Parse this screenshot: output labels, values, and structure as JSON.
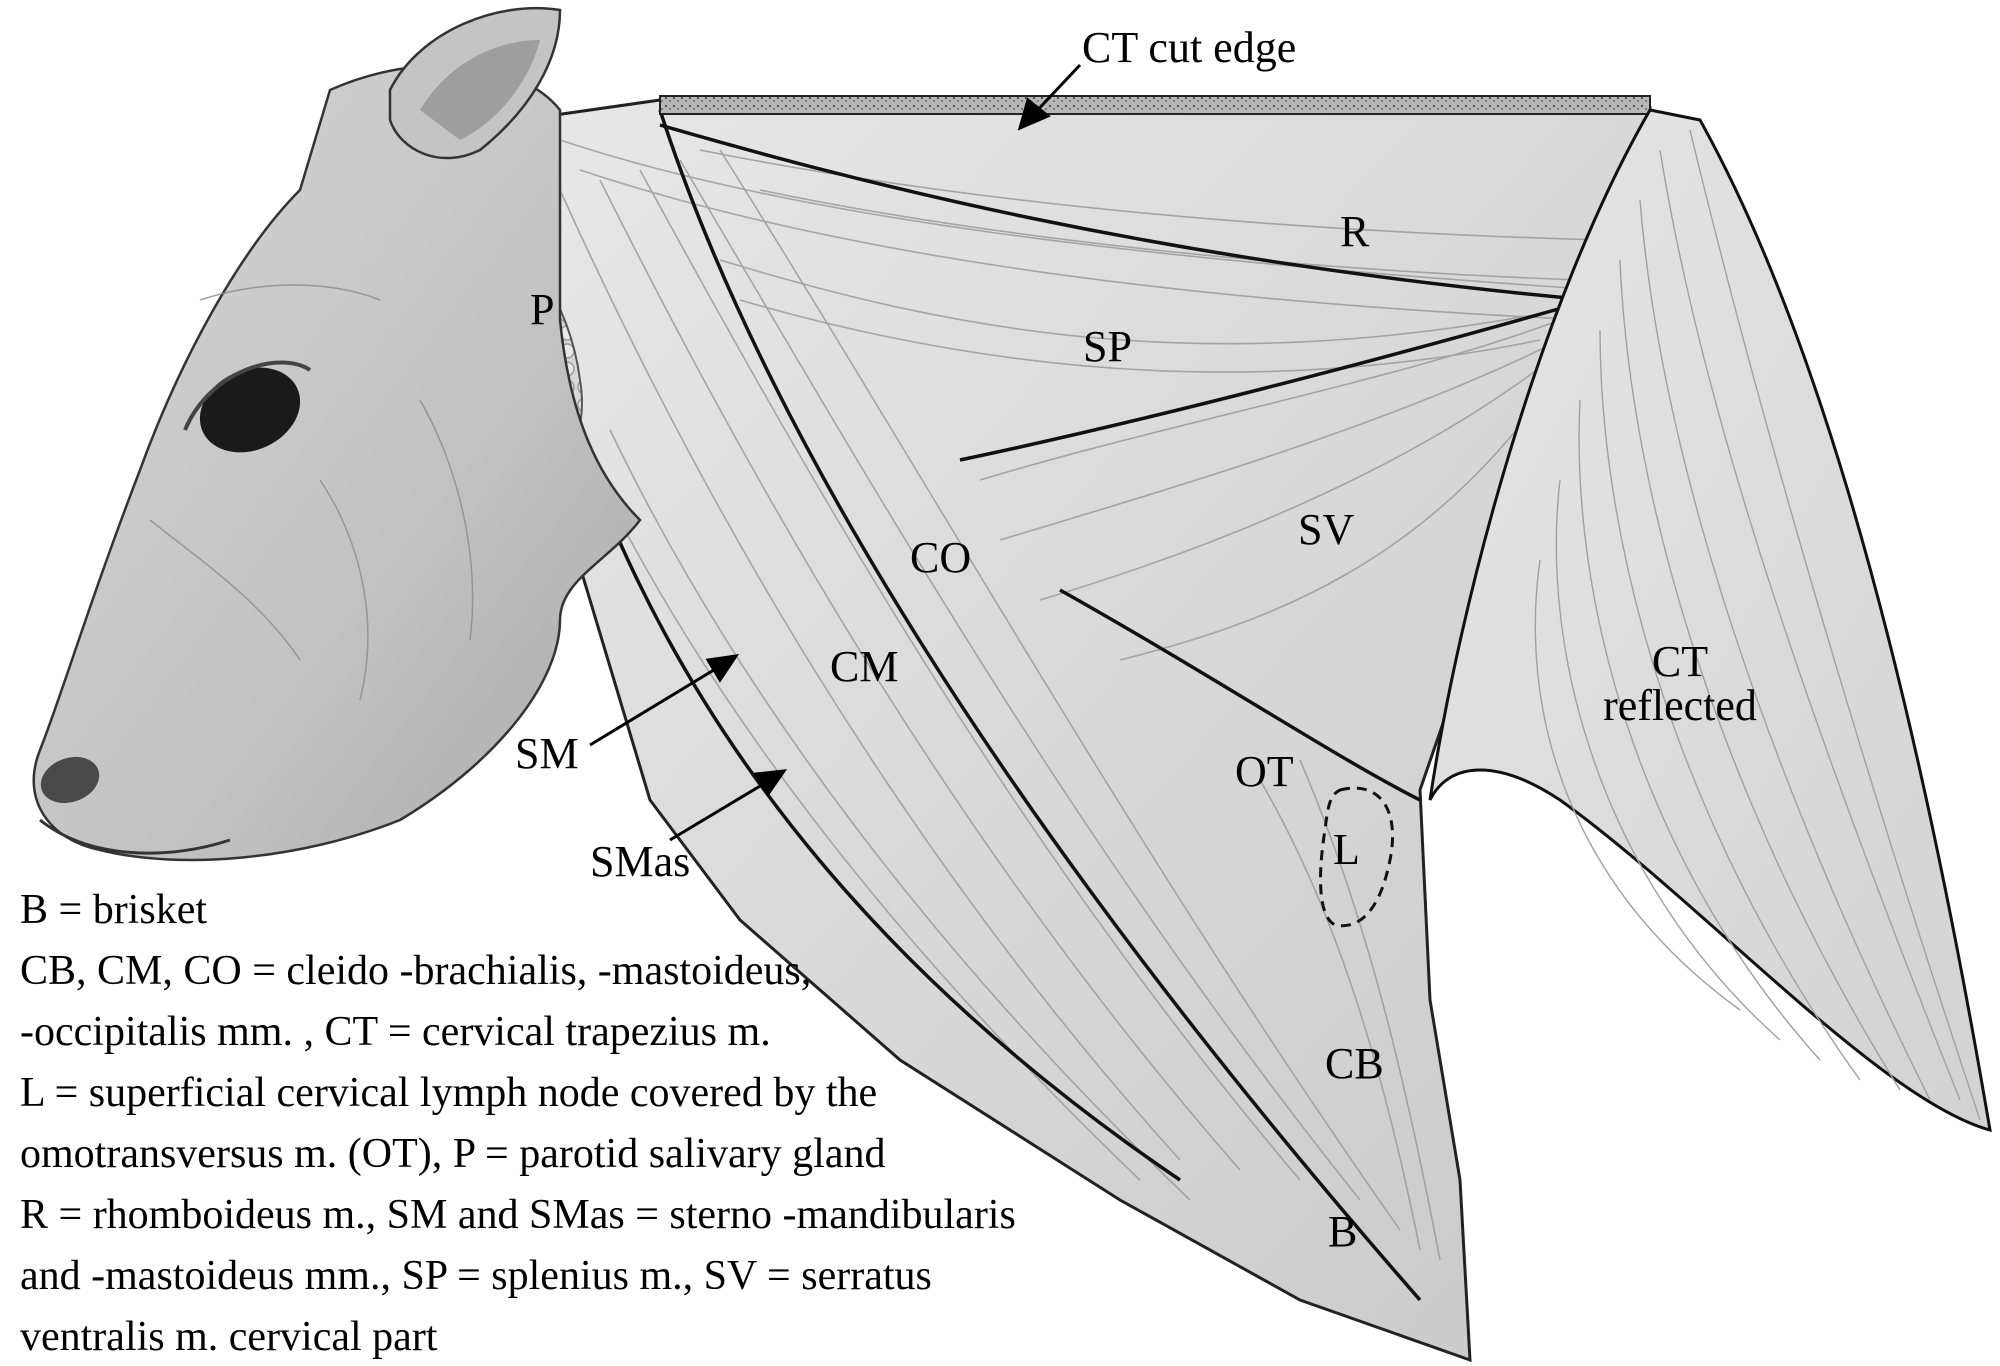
{
  "labels": {
    "ct_cut_edge": "CT cut edge",
    "r": "R",
    "sp": "SP",
    "sv": "SV",
    "p": "P",
    "co": "CO",
    "cm": "CM",
    "sm": "SM",
    "smas": "SMas",
    "ot": "OT",
    "l": "L",
    "ct_line1": "CT",
    "ct_line2": "reflected",
    "cb": "CB",
    "b": "B"
  },
  "legend": [
    "B = brisket",
    "CB, CM, CO = cleido -brachialis, -mastoideus,",
    "-occipitalis mm. , CT = cervical trapezius m.",
    "L = superficial cervical lymph node covered by the",
    "omotransversus m. (OT), P = parotid salivary gland",
    "R = rhomboideus m., SM and SMas = sterno -mandibularis",
    "and -mastoideus mm., SP = splenius m., SV = serratus",
    "ventralis m. cervical part"
  ],
  "colors": {
    "ink": "#000000",
    "muscle": "#e4e4e4",
    "muscle_shadow": "#bdbdbd",
    "head": "#cfcfcf",
    "head_dark": "#8a8a8a",
    "fiber": "#9a9a9a"
  }
}
